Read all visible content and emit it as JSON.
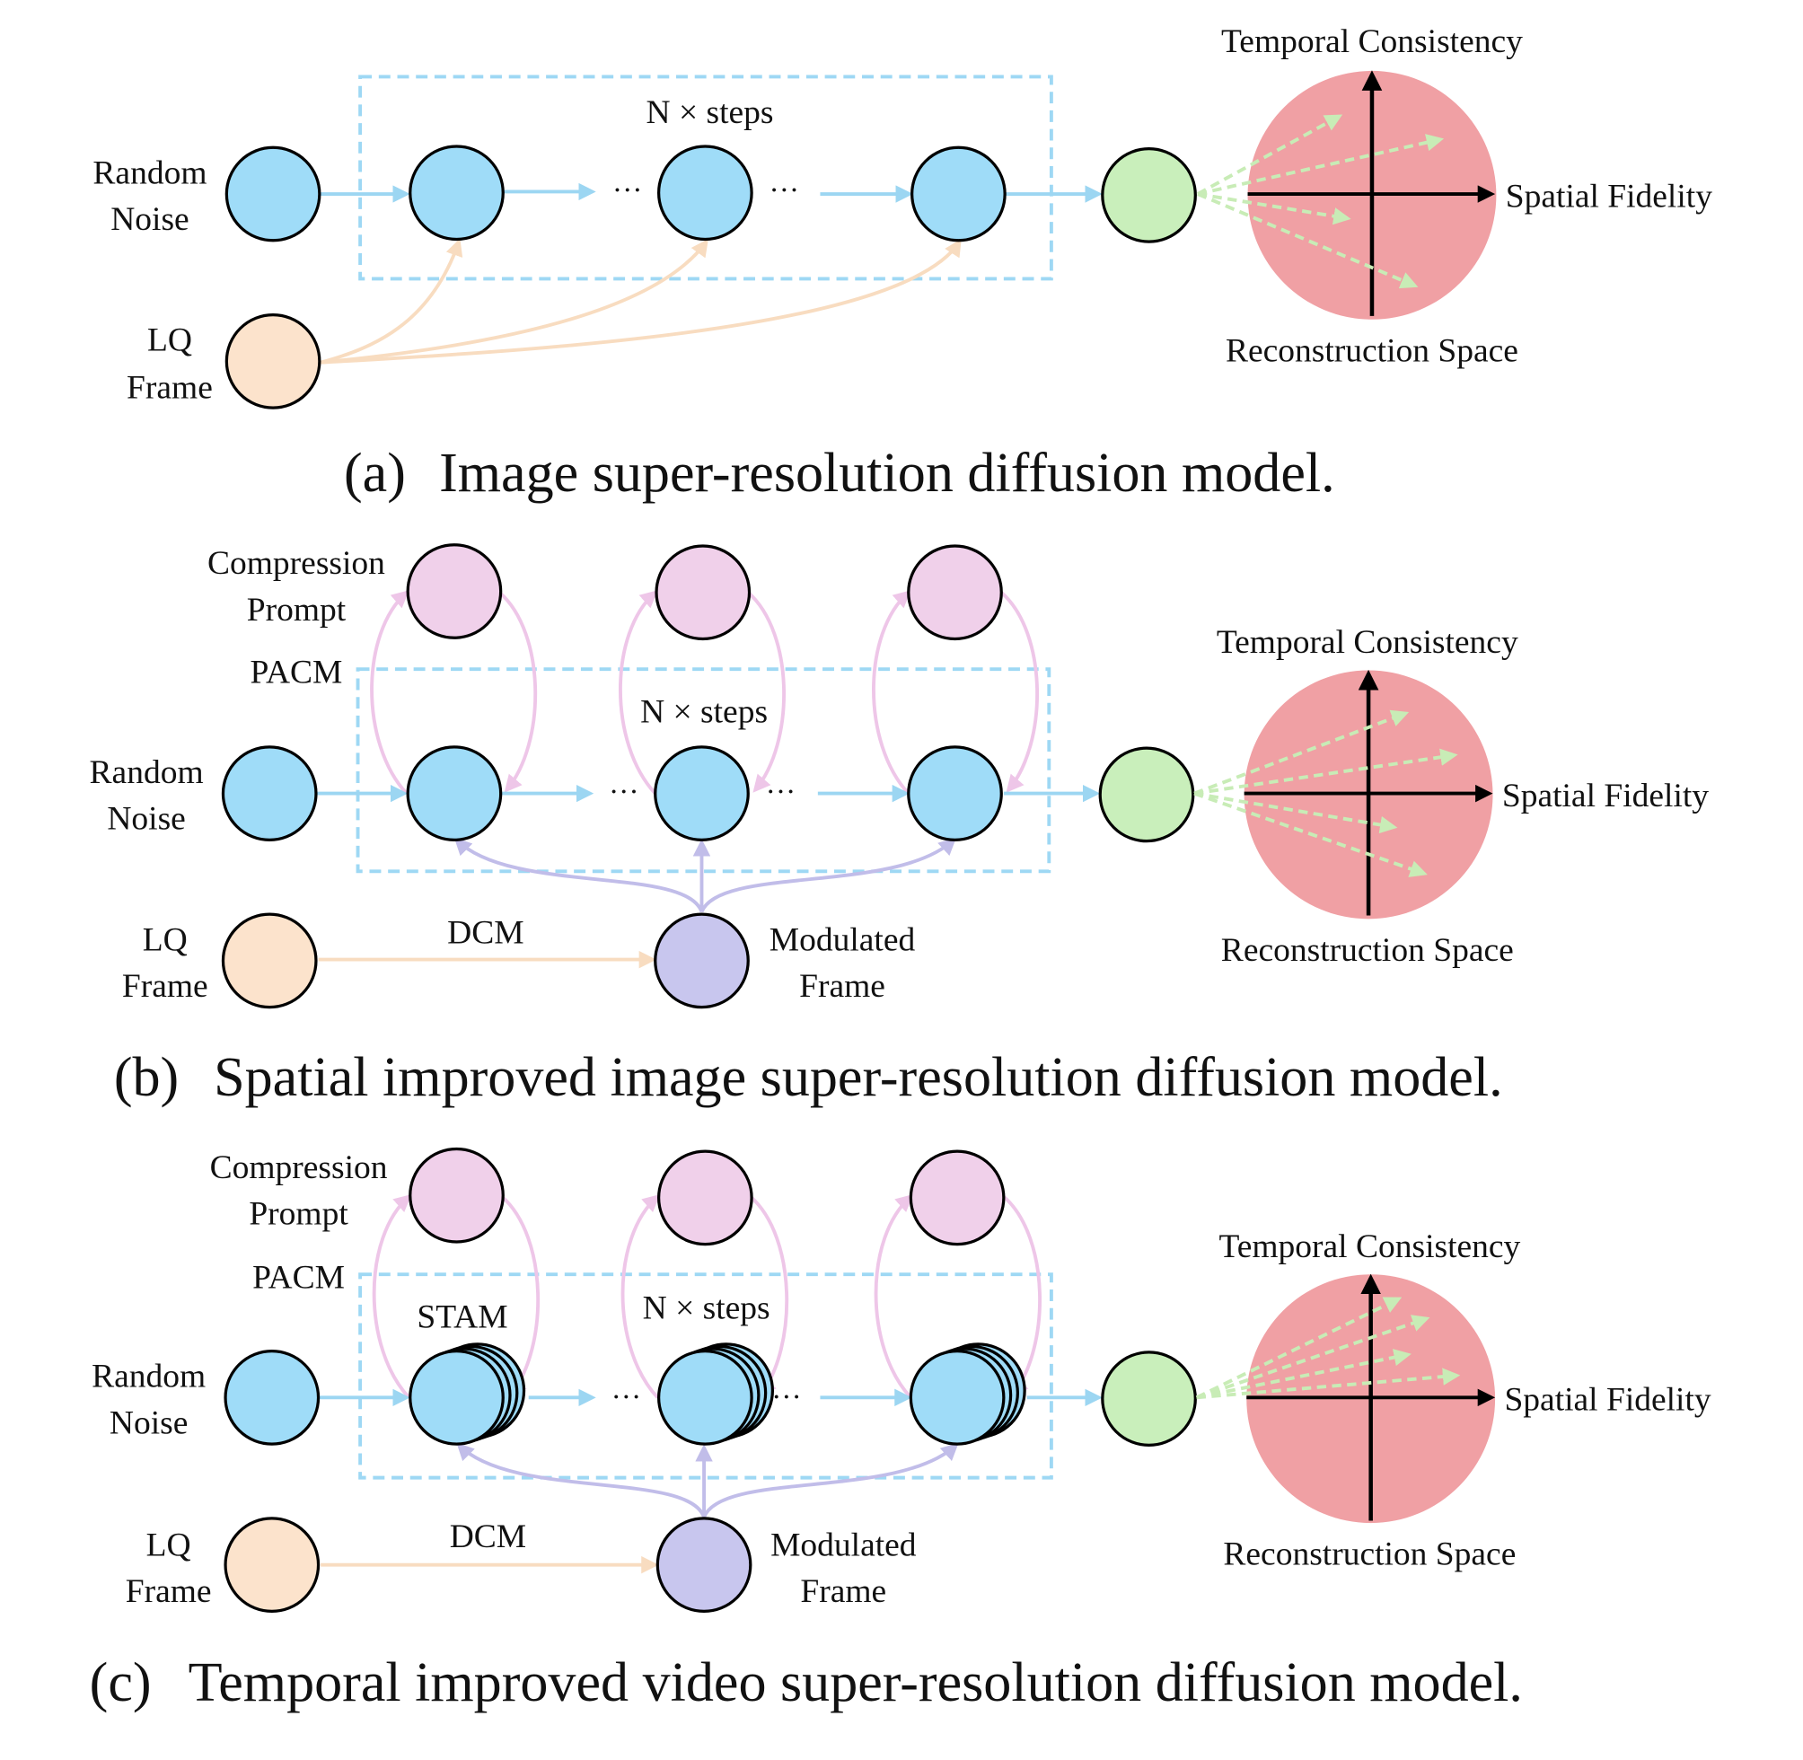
{
  "panels": [
    {
      "caption_tag": "(a)",
      "caption_text": "Image super-resolution diffusion model.",
      "labels": {
        "random_noise": [
          "Random",
          "Noise"
        ],
        "lq_frame": [
          "LQ",
          "Frame"
        ],
        "steps": "N × steps",
        "dots": [
          "···",
          "···"
        ]
      },
      "axes": {
        "top": "Temporal Consistency",
        "right": "Spatial Fidelity",
        "bottom": "Reconstruction Space"
      }
    },
    {
      "caption_tag": "(b)",
      "caption_text": "Spatial improved image super-resolution diffusion model.",
      "labels": {
        "random_noise": [
          "Random",
          "Noise"
        ],
        "lq_frame": [
          "LQ",
          "Frame"
        ],
        "compression_prompt": [
          "Compression",
          "Prompt"
        ],
        "pacm": "PACM",
        "dcm": "DCM",
        "modulated_frame": [
          "Modulated",
          "Frame"
        ],
        "steps": "N × steps",
        "dots": [
          "···",
          "···"
        ]
      },
      "axes": {
        "top": "Temporal Consistency",
        "right": "Spatial Fidelity",
        "bottom": "Reconstruction Space"
      }
    },
    {
      "caption_tag": "(c)",
      "caption_text": "Temporal improved video super-resolution diffusion model.",
      "labels": {
        "random_noise": [
          "Random",
          "Noise"
        ],
        "lq_frame": [
          "LQ",
          "Frame"
        ],
        "compression_prompt": [
          "Compression",
          "Prompt"
        ],
        "pacm": "PACM",
        "stam": "STAM",
        "dcm": "DCM",
        "modulated_frame": [
          "Modulated",
          "Frame"
        ],
        "steps": "N × steps",
        "dots": [
          "···",
          "···"
        ]
      },
      "axes": {
        "top": "Temporal Consistency",
        "right": "Spatial Fidelity",
        "bottom": "Reconstruction Space"
      }
    }
  ],
  "colors": {
    "noise_node": "#9fdcf8",
    "lq_node": "#fce3cc",
    "prompt_node": "#f0d0ea",
    "modulated_node": "#c8c6ee",
    "output_node": "#c9efbb",
    "space_disc": "#f0a0a4",
    "main_arrow": "#9cd6f2",
    "lq_arrow": "#f8dcc0",
    "prompt_arrow": "#eec6e8",
    "mod_arrow": "#c1bde9",
    "dashed_box": "#9ed8f4",
    "vector_arrow": "#c8ecb6"
  }
}
